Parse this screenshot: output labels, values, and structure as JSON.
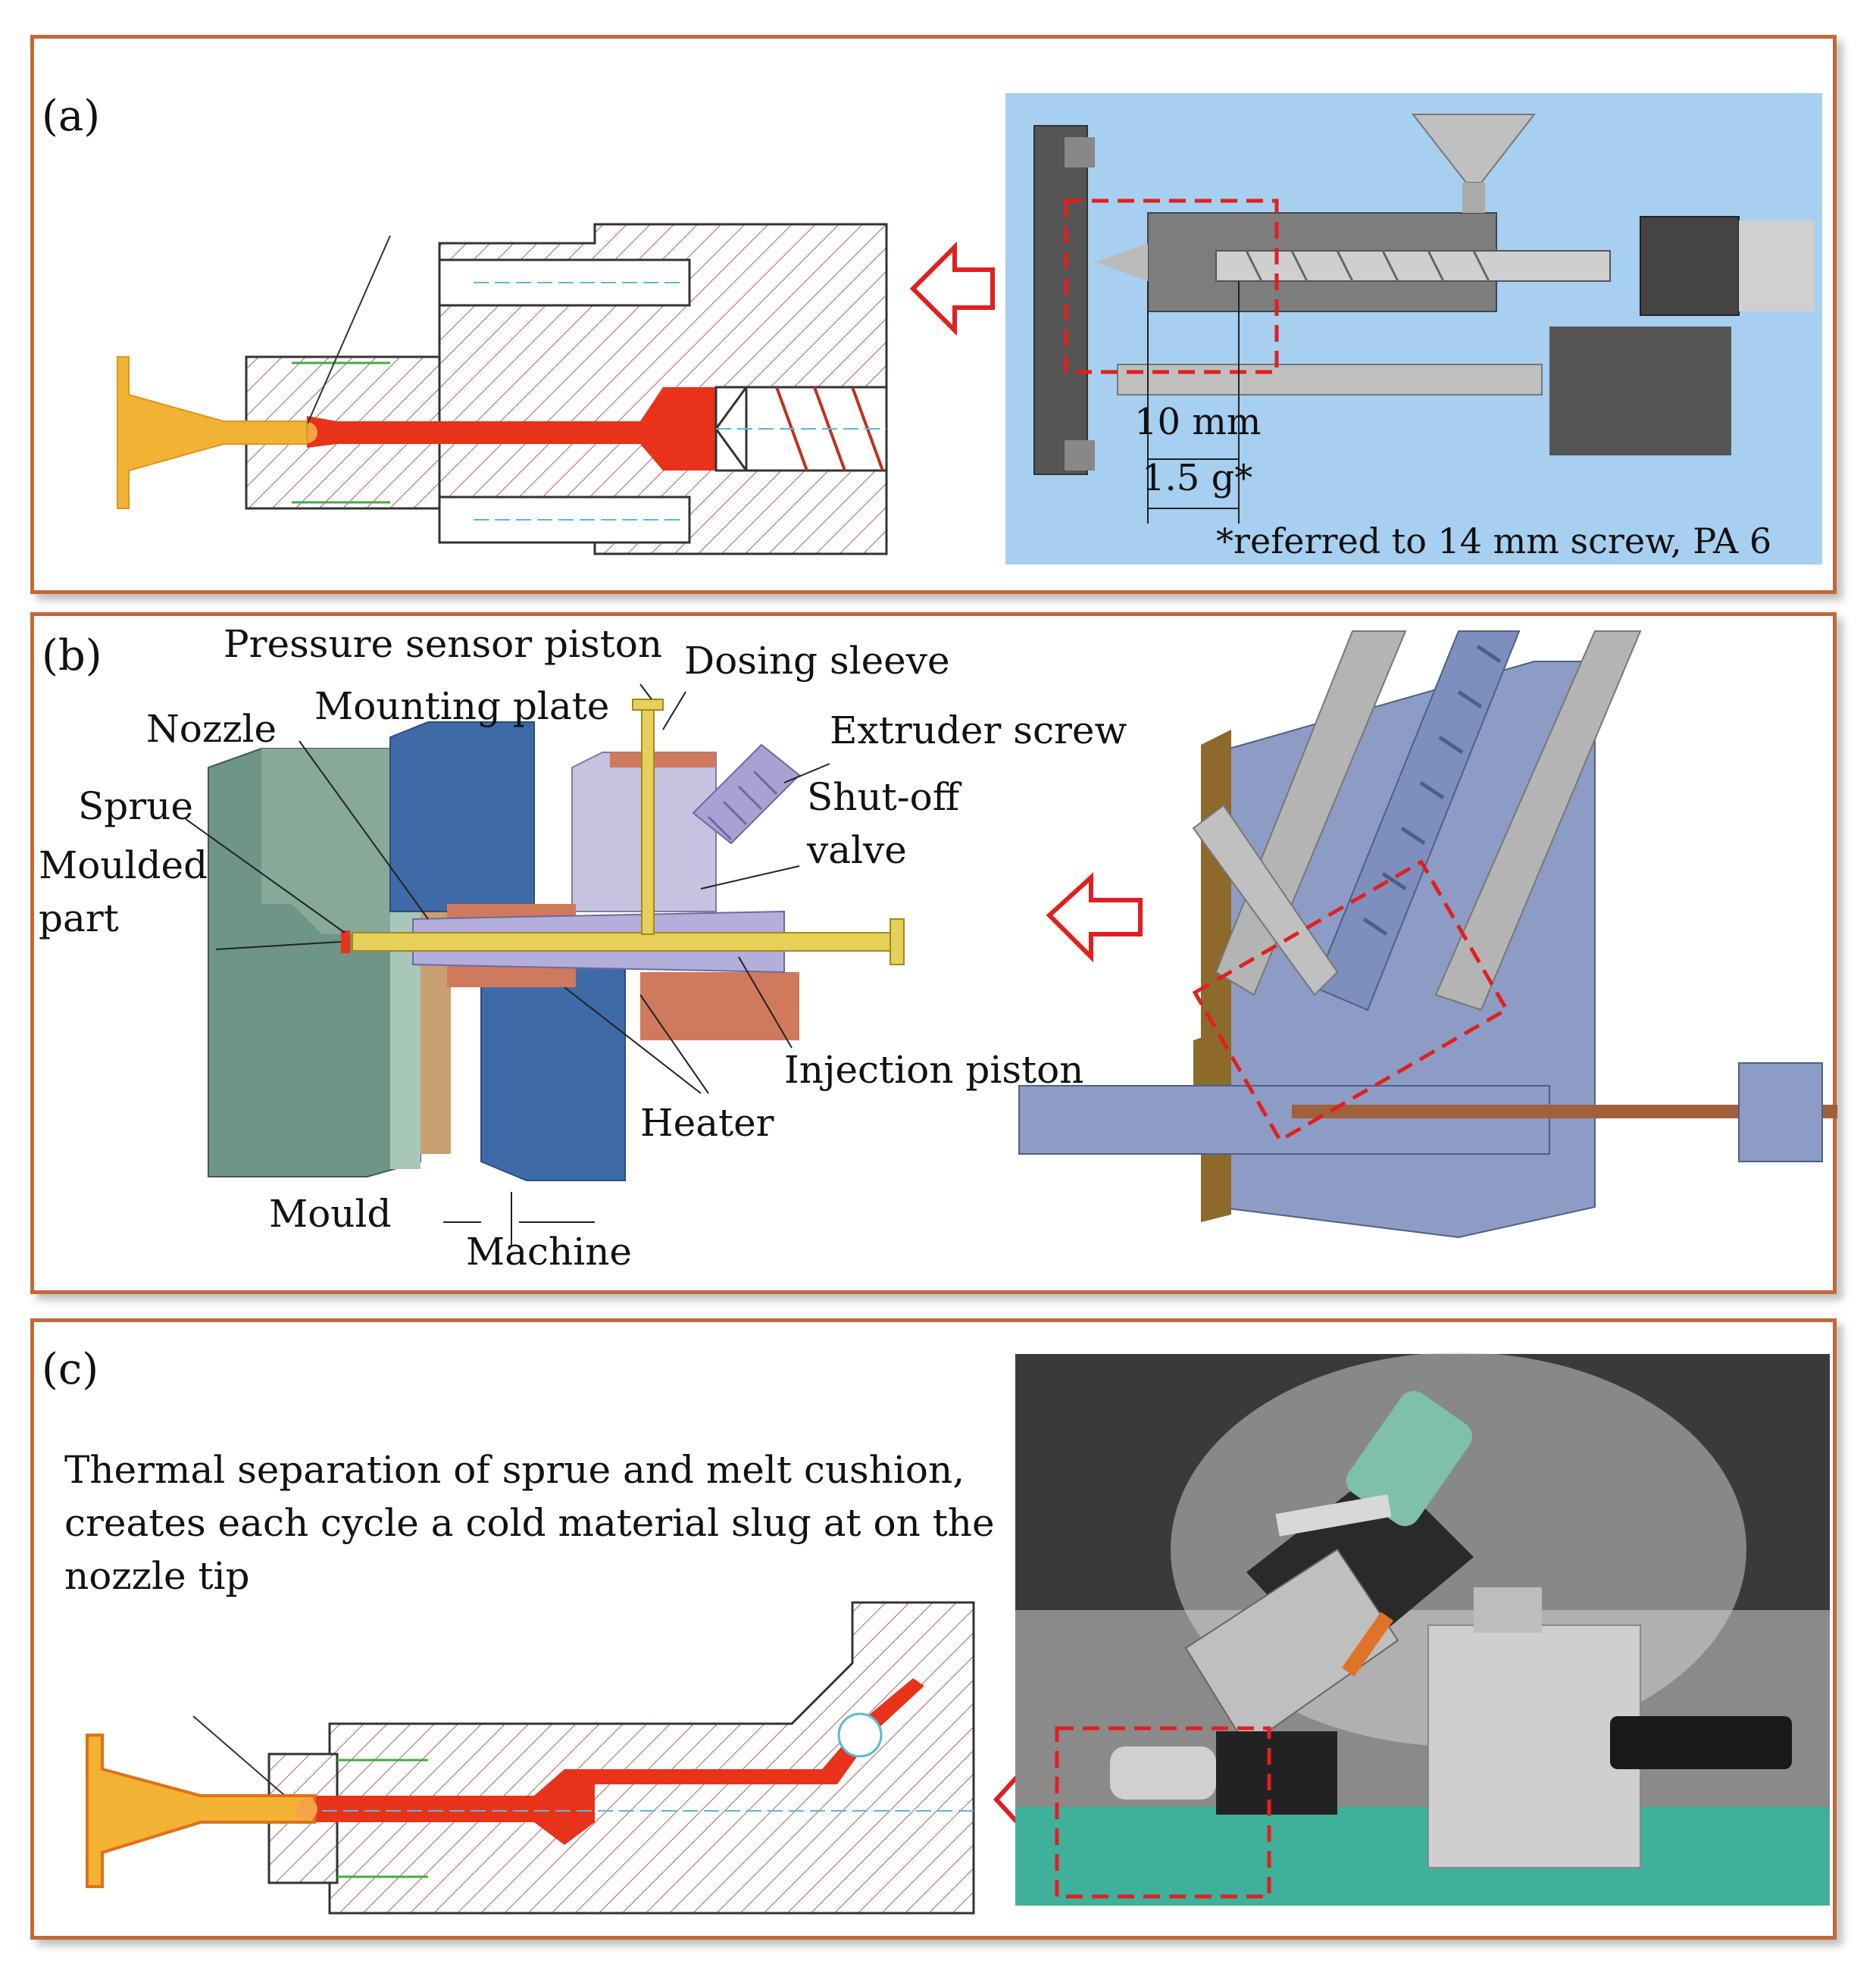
{
  "panels": {
    "a": {
      "tag": "(a)",
      "dim_length": "10 mm",
      "dim_mass": "1.5 g*",
      "footnote": "*referred to 14 mm screw, PA 6"
    },
    "b": {
      "tag": "(b)",
      "labels": {
        "pressure_sensor_piston": "Pressure sensor piston",
        "dosing_sleeve": "Dosing sleeve",
        "mounting_plate": "Mounting plate",
        "nozzle": "Nozzle",
        "extruder_screw": "Extruder screw",
        "sprue": "Sprue",
        "shutoff_valve_1": "Shut-off",
        "shutoff_valve_2": "valve",
        "moulded_part_1": "Moulded",
        "moulded_part_2": "part",
        "injection_piston": "Injection piston",
        "heater": "Heater",
        "mould": "Mould",
        "machine": "Machine"
      }
    },
    "c": {
      "tag": "(c)",
      "description": "Thermal separation of sprue and melt cushion, creates each cycle a cold material slug at on the nozzle tip"
    }
  },
  "colors": {
    "frame": "#c0693a",
    "melt": "#e8321a",
    "sprue": "#f2b233",
    "hatch": "#b06060",
    "highlight_box": "#e02020",
    "panel_a_bg": "#a6cff0",
    "steel_blue": "#8c9cc4",
    "mould_green": "#6e9585",
    "plate_blue": "#3f6aa8",
    "heater": "#cf7a5c"
  }
}
